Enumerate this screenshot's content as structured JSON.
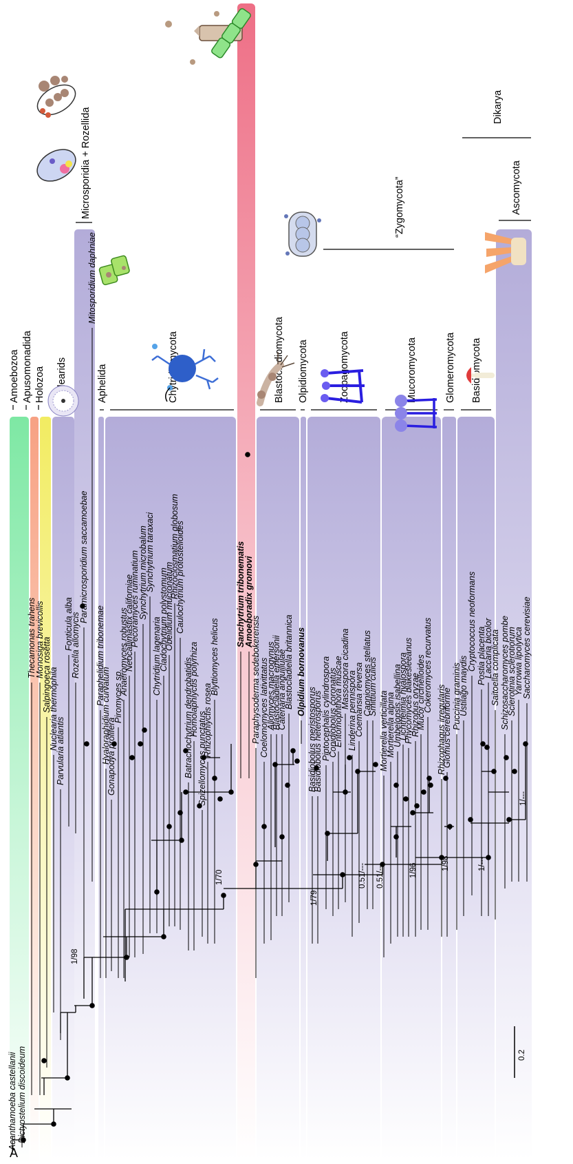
{
  "panel_label": "A",
  "scale_bar_label": "0.2",
  "groups": {
    "amoebozoa": "Amoebozoa",
    "apusomonadida": "Apusomonadida",
    "holozoa": "Holozoa",
    "nuclearids": "nuclearids",
    "aphelida": "Aphelida",
    "microsporidia_rozellida": "Microsporidia + Rozellida",
    "chytridiomycota": "Chytridiomycota",
    "blastocladiomycota": "Blastocladiomycota",
    "olpidiomycota": "Olpidiomycota",
    "zoopagomycota": "Zoopagomycota",
    "mucoromycota": "Mucoromycota",
    "glomeromycota": "Glomeromycota",
    "zygomycota": "“Zygomycota”",
    "basidiomycota": "Basidiomycota",
    "ascomycota": "Ascomycota",
    "dikarya": "Dikarya"
  },
  "supports": [
    "1/98",
    "1/70",
    "1/79",
    "0.51/---",
    "0.51/---",
    "1/96",
    "1/98",
    "1/---",
    "1/---"
  ],
  "taxa": [
    {
      "name": "Acanthamoeba castellanii"
    },
    {
      "name": "Dictyostelium discoideum"
    },
    {
      "name": "Thecamonas trahens"
    },
    {
      "name": "Monosiga brevicollis"
    },
    {
      "name": "Salpingoeca rosetta"
    },
    {
      "name": "Nuclearia thermophila"
    },
    {
      "name": "Parvularia atlantis"
    },
    {
      "name": "Fonticula alba"
    },
    {
      "name": "Rozella allomycis"
    },
    {
      "name": "Paramicrosporidium saccamoebae"
    },
    {
      "name": "Mitosporidium daphniae"
    },
    {
      "name": "Paraphelidium tribonemae"
    },
    {
      "name": "Hyaloraphidium curvatum"
    },
    {
      "name": "Gonapodya prolifera"
    },
    {
      "name": "Piromyces sp."
    },
    {
      "name": "Anaeromyces robustus"
    },
    {
      "name": "Neocallimastix californiae"
    },
    {
      "name": "Pecoramyces ruminatium"
    },
    {
      "name": "Synchytrium microbalum"
    },
    {
      "name": "Synchytrium taraxaci"
    },
    {
      "name": "Chytridium lagenaria"
    },
    {
      "name": "Cladochytrium polystomum"
    },
    {
      "name": "Obelidium mucronatum"
    },
    {
      "name": "Rhizoclosmatium globosum"
    },
    {
      "name": "Caulochytrium protostelioides"
    },
    {
      "name": "Batrachochytrium dendrobatidis"
    },
    {
      "name": "Homolaphlyctis polyrhiza"
    },
    {
      "name": "Spizellomyces punctatus"
    },
    {
      "name": "Rhizophlyctis rosea"
    },
    {
      "name": "Blyttiomyces helicus"
    },
    {
      "name": "Sanchytrium tribonematis",
      "bold": true
    },
    {
      "name": "Amoeboradix gromovi",
      "bold": true
    },
    {
      "name": "Paraphysoderma sedebokerensis"
    },
    {
      "name": "Coelomomyces lativittatus"
    },
    {
      "name": "Allomyces macrogynus"
    },
    {
      "name": "Blastocladiella emersonii"
    },
    {
      "name": "Catenaria anguillulae"
    },
    {
      "name": "Blastocladiella britannica"
    },
    {
      "name": "Olpidium bornovanus",
      "bold": true
    },
    {
      "name": "Basidiobolus meristosporus"
    },
    {
      "name": "Basidiobolus heterosporus"
    },
    {
      "name": "Piptocephalis cylindrospora"
    },
    {
      "name": "Conidiobolus coronatus"
    },
    {
      "name": "Entomophthora muscae"
    },
    {
      "name": "Massospora cicadina"
    },
    {
      "name": "Linderina pennispora"
    },
    {
      "name": "Coemansia reversa"
    },
    {
      "name": "Capniomyces stellatus"
    },
    {
      "name": "Smittium culicis"
    },
    {
      "name": "Mortierella verticillata"
    },
    {
      "name": "Mortierella alpina"
    },
    {
      "name": "Umbelopsis isabellina"
    },
    {
      "name": "Lichtheimia hyalospora"
    },
    {
      "name": "Phycomyces blakesleeanus"
    },
    {
      "name": "Rhizopus oryzae"
    },
    {
      "name": "Mucor circinelloides"
    },
    {
      "name": "Cokeromyces recurvatus"
    },
    {
      "name": "Rhizophagus irregularis"
    },
    {
      "name": "Glomus cerebriforme"
    },
    {
      "name": "Puccinia graminis"
    },
    {
      "name": "Ustilago maydis"
    },
    {
      "name": "Cryptococcus neoformans"
    },
    {
      "name": "Postia placenta"
    },
    {
      "name": "Laccaria bicolor"
    },
    {
      "name": "Saitoella complicata"
    },
    {
      "name": "Schizosaccharomyces pombe"
    },
    {
      "name": "Sclerotinia sclerotiorum"
    },
    {
      "name": "Yarrowia lipolytica"
    },
    {
      "name": "Saccharomyces cerevisiae"
    }
  ],
  "colors": {
    "amoebozoa_band": "#7ee8a4",
    "apusomonadida_band": "#f8a98a",
    "holozoa_band": "#f5f07a",
    "clade_box": "#b9b3dd",
    "aphelida_box": "#b9b3dd",
    "sanchytrium_band": "#ef7a8e",
    "node": "#000000"
  }
}
